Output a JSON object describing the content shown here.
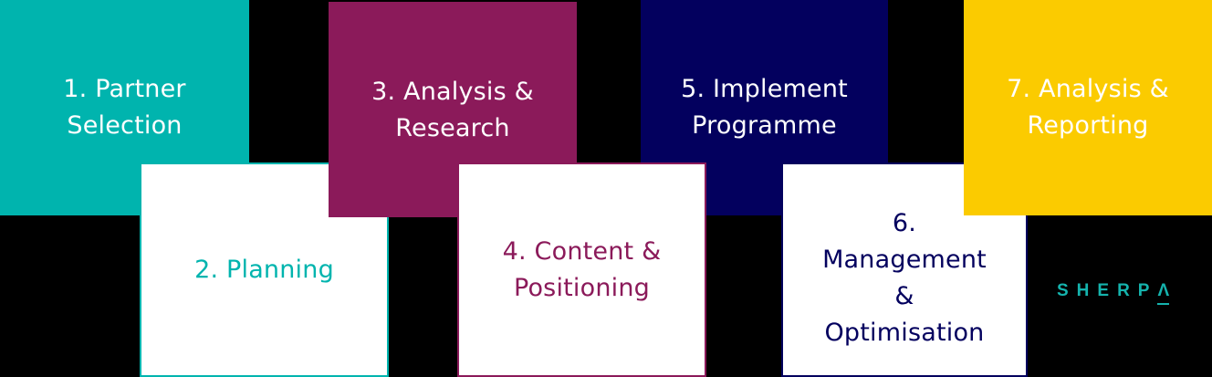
{
  "steps": [
    {
      "label": "1. Partner\nSelection",
      "style": "filled",
      "color": "#00b4ae"
    },
    {
      "label": "2. Planning",
      "style": "outlined",
      "color": "#00b4ae"
    },
    {
      "label": "3. Analysis &\nResearch",
      "style": "filled",
      "color": "#8b1a5a"
    },
    {
      "label": "4. Content &\nPositioning",
      "style": "outlined",
      "color": "#8b1a5a"
    },
    {
      "label": "5. Implement\nProgramme",
      "style": "filled",
      "color": "#03005e"
    },
    {
      "label": "6.\nManagement\n&\nOptimisation",
      "style": "outlined",
      "color": "#03005e"
    },
    {
      "label": "7. Analysis &\nReporting",
      "style": "filled",
      "color": "#fbcb00"
    }
  ],
  "logo": {
    "text_main": "SHERP",
    "text_caret": "Λ",
    "color": "#15b3ad"
  }
}
